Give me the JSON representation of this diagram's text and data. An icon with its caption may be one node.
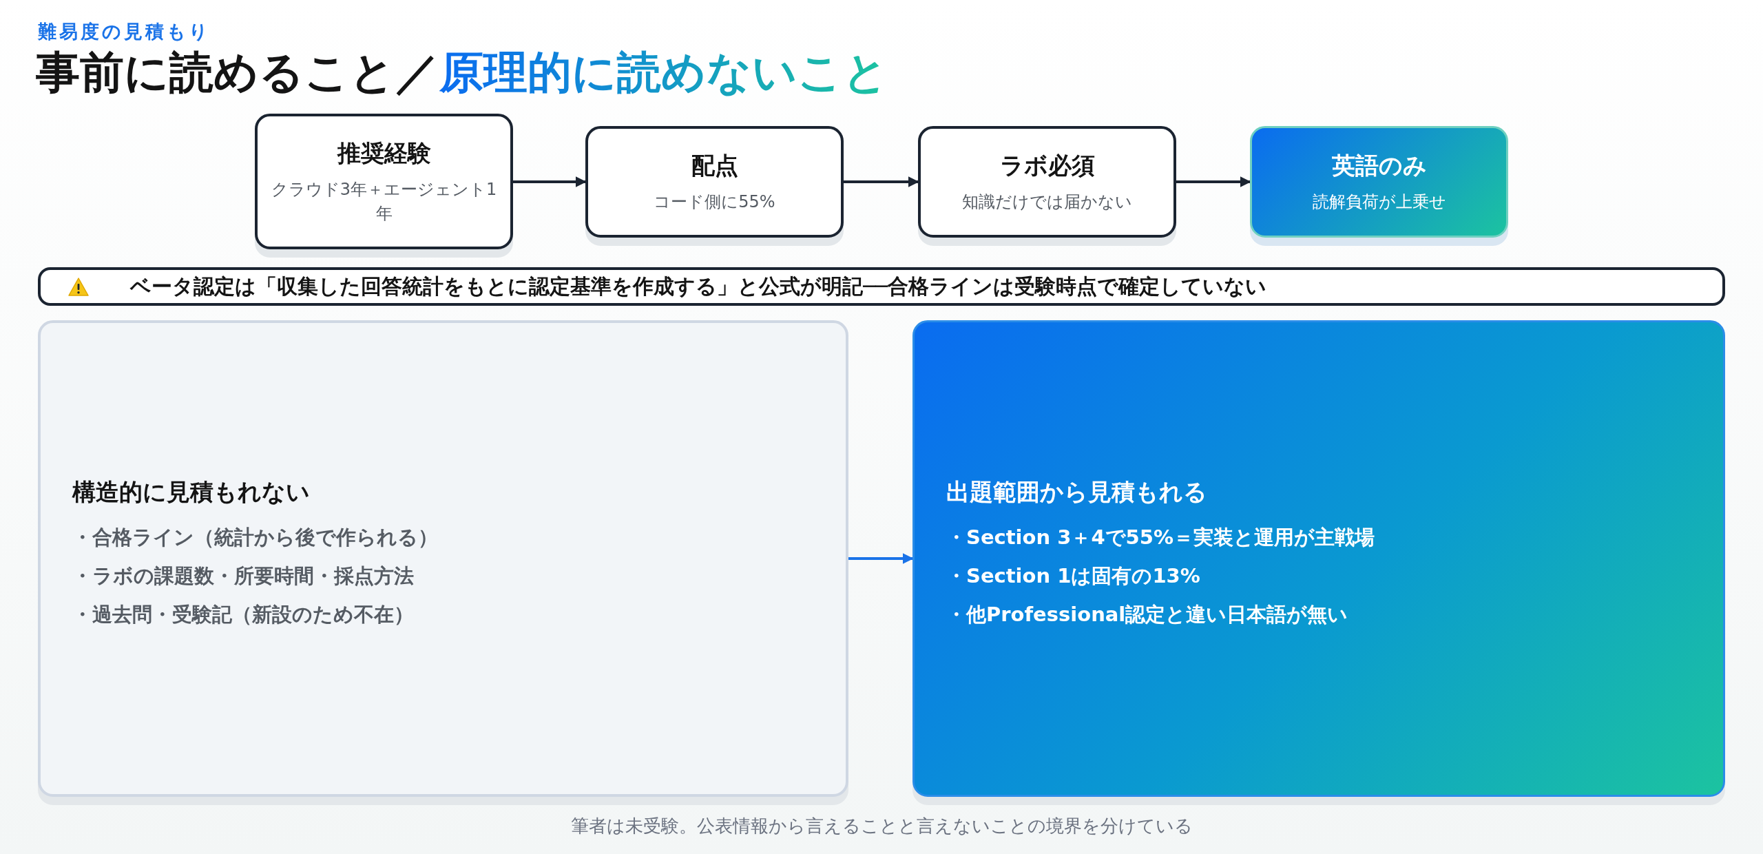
{
  "diagram": {
    "title": "事前に読めること／*原理的に読めないこと*",
    "caption": "筆者は未受験。公表情報から言えることと言えないことの境界を分けている",
    "labels": [
      "難易度の見積もり"
    ],
    "nodes": [
      {
        "text": [
          "推奨経験",
          "クラウド3年＋エージェント1年"
        ]
      },
      {
        "text": [
          "配点",
          "コード側に55%"
        ]
      },
      {
        "text": [
          "ラボ必須",
          "知識だけでは届かない"
        ]
      },
      {
        "text": [
          "英語のみ",
          "読解負荷が上乗せ"
        ]
      },
      {
        "text": [
          "ベータ認定は「収集した回答統計をもとに認定基準を作成する」と公式が明記──合格ラインは受験時点で確定していない"
        ]
      },
      {
        "text": [
          "構造的に見積もれない",
          "・合格ライン（統計から後で作られる）",
          "・ラボの課題数・所要時間・採点方法",
          "・過去問・受験記（新設のため不在）"
        ]
      },
      {
        "text": [
          "出題範囲から見積もれる",
          "・Section 3＋4で55%＝実装と運用が主戦場",
          "・Section 1は固有の13%",
          "・他Professional認定と違い日本語が無い"
        ]
      }
    ],
    "edges": [
      {
        "from": 0,
        "to": 1,
        "arrow": "to"
      },
      {
        "from": 1,
        "to": 2,
        "arrow": "to"
      },
      {
        "from": 2,
        "to": 3,
        "arrow": "to"
      },
      {
        "from": 5,
        "to": 6,
        "arrow": "to",
        "color": "#1a73e8"
      }
    ]
  }
}
